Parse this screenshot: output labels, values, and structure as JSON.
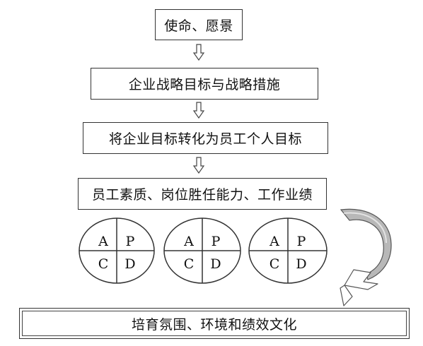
{
  "flow": {
    "mission": "使命、愿景",
    "strategy": "企业战略目标与战略措施",
    "goals": "将企业目标转化为员工个人目标",
    "qualities": "员工素质、岗位胜任能力、工作业绩",
    "culture": "培育氛围、环境和绩效文化"
  },
  "pdca": {
    "cycles": [
      {
        "tl": "A",
        "tr": "P",
        "bl": "C",
        "br": "D"
      },
      {
        "tl": "A",
        "tr": "P",
        "bl": "C",
        "br": "D"
      },
      {
        "tl": "A",
        "tr": "P",
        "bl": "C",
        "br": "D"
      }
    ]
  },
  "colors": {
    "border": "#333333",
    "curved_arrow_fill": "#b8b8b8"
  }
}
